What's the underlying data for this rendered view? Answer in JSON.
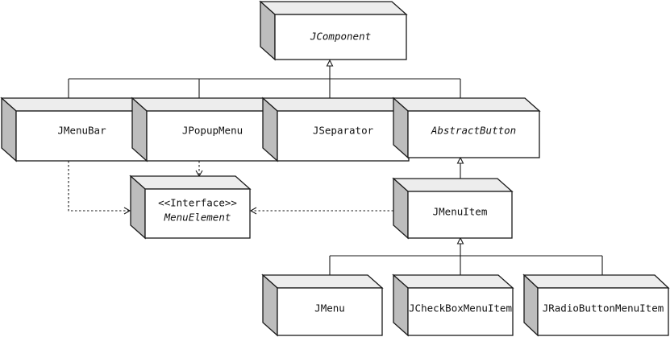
{
  "nodes": {
    "jcomponent": {
      "label": "JComponent",
      "italic": true
    },
    "jmenubar": {
      "label": "JMenuBar"
    },
    "jpopupmenu": {
      "label": "JPopupMenu"
    },
    "jseparator": {
      "label": "JSeparator"
    },
    "abstractbutton": {
      "label": "AbstractButton",
      "italic": true
    },
    "menuelement": {
      "stereotype": "<<Interface>>",
      "label": "MenuElement",
      "italic": true
    },
    "jmenuitem": {
      "label": "JMenuItem"
    },
    "jmenu": {
      "label": "JMenu"
    },
    "jcheckboxmenuitem": {
      "label": "JCheckBoxMenuItem"
    },
    "jradiobuttonmenuitem": {
      "label": "JRadioButtonMenuItem"
    }
  },
  "relations": [
    {
      "type": "inheritance",
      "from": [
        "jmenubar",
        "jpopupmenu",
        "jseparator",
        "abstractbutton"
      ],
      "to": "jcomponent"
    },
    {
      "type": "inheritance",
      "from": [
        "jmenuitem"
      ],
      "to": "abstractbutton"
    },
    {
      "type": "inheritance",
      "from": [
        "jmenu",
        "jcheckboxmenuitem",
        "jradiobuttonmenuitem"
      ],
      "to": "jmenuitem"
    },
    {
      "type": "realization",
      "from": [
        "jmenubar",
        "jpopupmenu",
        "jmenuitem"
      ],
      "to": "menuelement"
    }
  ]
}
